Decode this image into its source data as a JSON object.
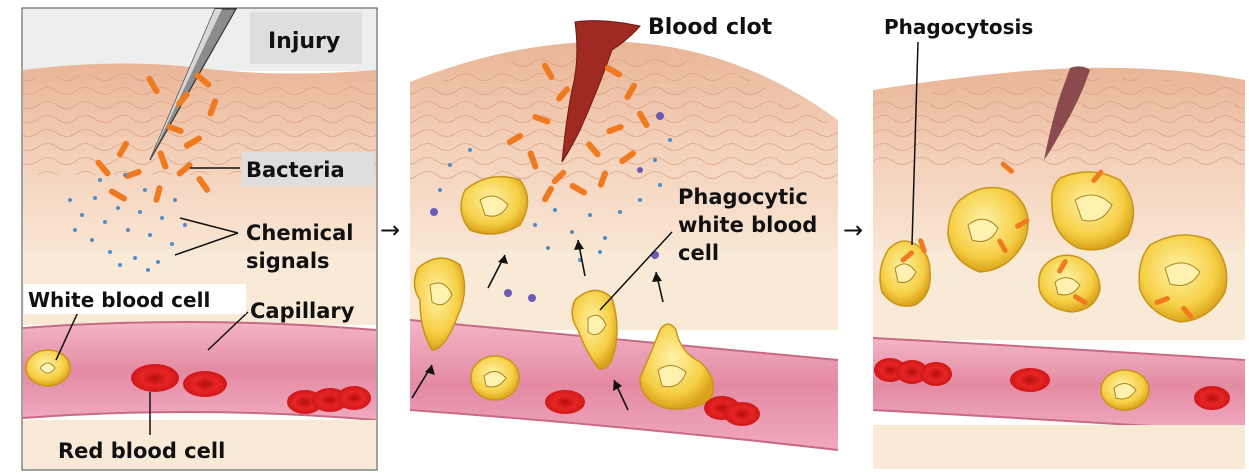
{
  "panels": [
    {
      "id": "injury",
      "labels": {
        "injury": "Injury",
        "bacteria": "Bacteria",
        "chemical_line1": "Chemical",
        "chemical_line2": "signals",
        "white_blood_cell": "White blood cell",
        "capillary": "Capillary",
        "red_blood_cell": "Red blood cell"
      }
    },
    {
      "id": "migration",
      "labels": {
        "blood_clot": "Blood clot",
        "phagocytic_line1": "Phagocytic",
        "phagocytic_line2": "white blood",
        "phagocytic_line3": "cell"
      }
    },
    {
      "id": "phagocytosis",
      "labels": {
        "phagocytosis": "Phagocytosis"
      }
    }
  ],
  "flow_arrows": [
    "→",
    "→"
  ],
  "colors": {
    "skin_top": "#f1c2a4",
    "skin_mid": "#f6dccb",
    "tissue": "#f7e7d0",
    "vessel_wall": "#f0a9bd",
    "vessel_inner": "#e1869e",
    "bacteria": "#f07a1f",
    "white_cell": "#f6cf45",
    "red_cell": "#e01f1f",
    "clot": "#9e2a22",
    "signal_dots": "#4f8ec6"
  }
}
